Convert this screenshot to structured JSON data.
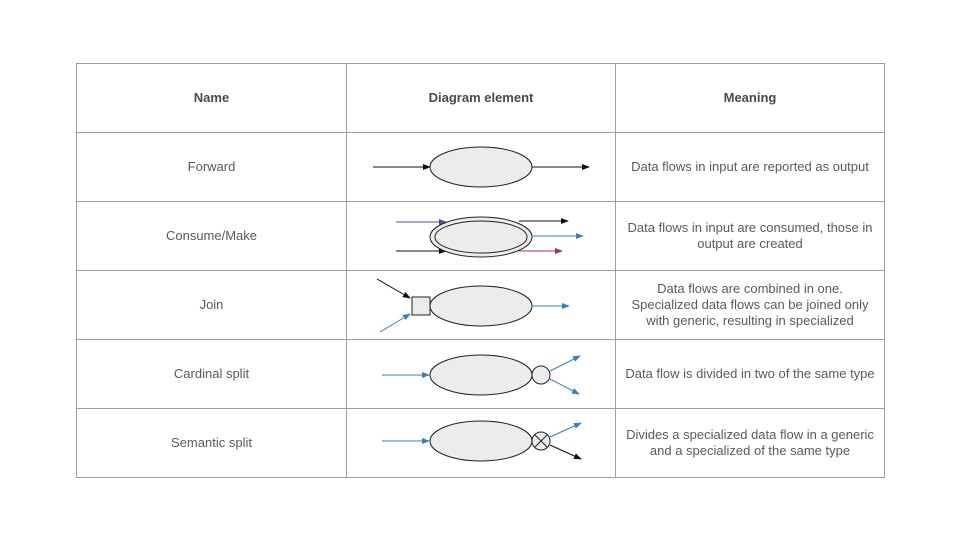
{
  "table": {
    "headers": {
      "name": "Name",
      "diagram": "Diagram element",
      "meaning": "Meaning"
    },
    "rows": [
      {
        "name": "Forward",
        "meaning": "Data flows in input are reported as output"
      },
      {
        "name": "Consume/Make",
        "meaning": "Data flows in input are consumed, those in output are created"
      },
      {
        "name": "Join",
        "meaning": "Data flows are combined in one. Specialized data flows can be joined only with generic, resulting in specialized"
      },
      {
        "name": "Cardinal split",
        "meaning": "Data flow is divided in two of the same type"
      },
      {
        "name": "Semantic split",
        "meaning": "Divides a specialized data flow in a generic and a specialized of the same type"
      }
    ]
  },
  "colors": {
    "node_fill": "#ececec",
    "stroke": "#222222",
    "black_arrow": "#111111",
    "blue_arrow": "#3a7fc1",
    "purple_arrow": "#5b4a9e",
    "red_arrow": "#a0355a",
    "border": "#9e9e9e"
  }
}
